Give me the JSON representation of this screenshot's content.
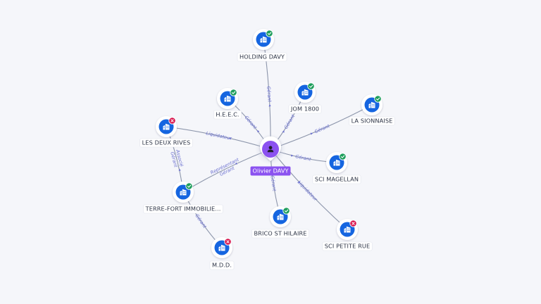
{
  "colors": {
    "background": "#f5f6fa",
    "center": "#8b52f0",
    "company": "#1565e0",
    "active": "#1e9e5c",
    "closed": "#d8174f",
    "edge": "#8d96ab",
    "relation_text": "#6a6fd0"
  },
  "center": {
    "name": "Olivier DAVY",
    "icon": "person-icon"
  },
  "companies": [
    {
      "id": "holding-davy",
      "name": "HOLDING DAVY",
      "status": "active",
      "icon": "building-icon"
    },
    {
      "id": "heec",
      "name": "H.E.E.C.",
      "status": "active",
      "icon": "building-icon"
    },
    {
      "id": "jom-1800",
      "name": "JOM 1800",
      "status": "active",
      "icon": "building-icon"
    },
    {
      "id": "la-sionnaise",
      "name": "LA SIONNAISE",
      "status": "active",
      "icon": "building-icon"
    },
    {
      "id": "les-deux-rives",
      "name": "LES DEUX RIVES",
      "status": "closed",
      "icon": "building-icon"
    },
    {
      "id": "sci-magellan",
      "name": "SCI MAGELLAN",
      "status": "active",
      "icon": "building-icon"
    },
    {
      "id": "terre-fort",
      "name": "TERRE-FORT IMMOBILIE...",
      "status": "active",
      "icon": "building-icon"
    },
    {
      "id": "brico-st-hilaire",
      "name": "BRICO ST HILAIRE",
      "status": "active",
      "icon": "building-icon"
    },
    {
      "id": "sci-petite-rue",
      "name": "SCI PETITE RUE",
      "status": "closed",
      "icon": "building-icon"
    },
    {
      "id": "mdd",
      "name": "M.D.D.",
      "status": "closed",
      "icon": "building-icon"
    }
  ],
  "relations": [
    {
      "from": "center",
      "to": "holding-davy",
      "labels": [
        "Gérant"
      ]
    },
    {
      "from": "center",
      "to": "heec",
      "labels": [
        "Gérant"
      ]
    },
    {
      "from": "center",
      "to": "jom-1800",
      "labels": [
        "Gérant"
      ]
    },
    {
      "from": "center",
      "to": "la-sionnaise",
      "labels": [
        "Gérant"
      ]
    },
    {
      "from": "center",
      "to": "les-deux-rives",
      "labels": [
        "Liquidateur"
      ]
    },
    {
      "from": "center",
      "to": "sci-magellan",
      "labels": [
        "Gérant"
      ]
    },
    {
      "from": "center",
      "to": "terre-fort",
      "labels": [
        "Gérant",
        "Représentant"
      ]
    },
    {
      "from": "center",
      "to": "brico-st-hilaire",
      "labels": [
        "Gérant"
      ]
    },
    {
      "from": "center",
      "to": "sci-petite-rue",
      "labels": [
        "Liquidateur"
      ]
    },
    {
      "from": "terre-fort",
      "to": "les-deux-rives",
      "labels": [
        "Gérant",
        "Associé"
      ]
    },
    {
      "from": "terre-fort",
      "to": "mdd",
      "labels": [
        "Gérant"
      ]
    }
  ]
}
